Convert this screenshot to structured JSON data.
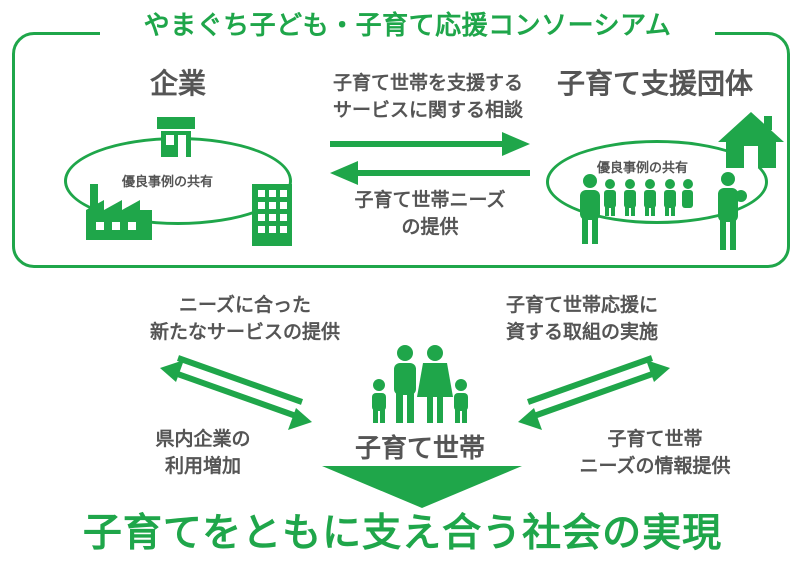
{
  "title": "やまぐち子ども・子育て応援コンソーシアム",
  "corporation": {
    "label": "企業",
    "ellipse_label": "優良事例の共有"
  },
  "support_group": {
    "label": "子育て支援団体",
    "ellipse_label": "優良事例の共有"
  },
  "arrow_right_text": [
    "子育て世帯を支援する",
    "サービスに関する相談"
  ],
  "arrow_left_text": [
    "子育て世帯ニーズ",
    "の提供"
  ],
  "left_top_text": [
    "ニーズに合った",
    "新たなサービスの提供"
  ],
  "left_bottom_text": [
    "県内企業の",
    "利用増加"
  ],
  "right_top_text": [
    "子育て世帯応援に",
    "資する取組の実施"
  ],
  "right_bottom_text": [
    "子育て世帯",
    "ニーズの情報提供"
  ],
  "family": {
    "label": "子育て世帯"
  },
  "goal": "子育てをともに支え合う社会の実現",
  "colors": {
    "green": "#1fa64a",
    "text": "#555555"
  },
  "icons": [
    "shop-icon",
    "factory-icon",
    "building-icon",
    "house-icon",
    "people-icon",
    "family-icon"
  ]
}
